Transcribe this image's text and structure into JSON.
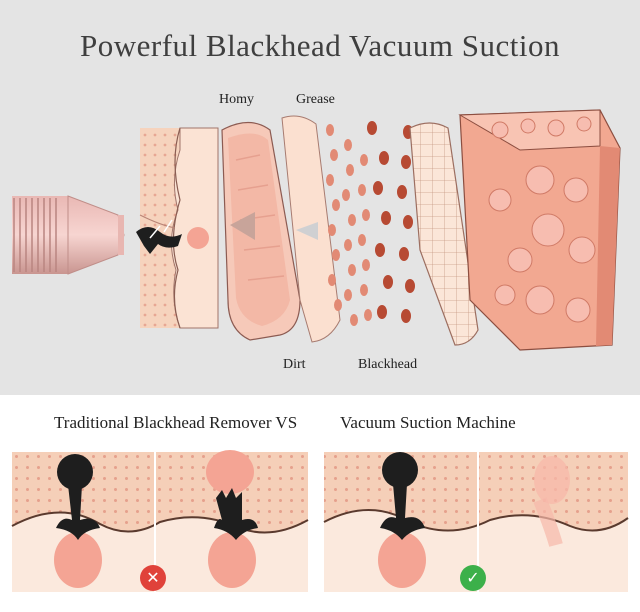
{
  "title": "Powerful Blackhead Vacuum Suction",
  "labels": {
    "homy": "Homy",
    "grease": "Grease",
    "dirt": "Dirt",
    "blackhead": "Blackhead"
  },
  "comparison": {
    "left": "Traditional Blackhead Remover VS",
    "right": "Vacuum Suction Machine"
  },
  "icons": {
    "fail": "cross-mark-icon",
    "pass": "check-mark-icon"
  },
  "colors": {
    "panel": "#e4e4e4",
    "skin": "#f6d3bd",
    "skin_dots": "#e7a693",
    "tissue": "#f2a891",
    "blackhead": "#1e1e1e",
    "fail": "#e0423a",
    "pass": "#3cb04a"
  }
}
